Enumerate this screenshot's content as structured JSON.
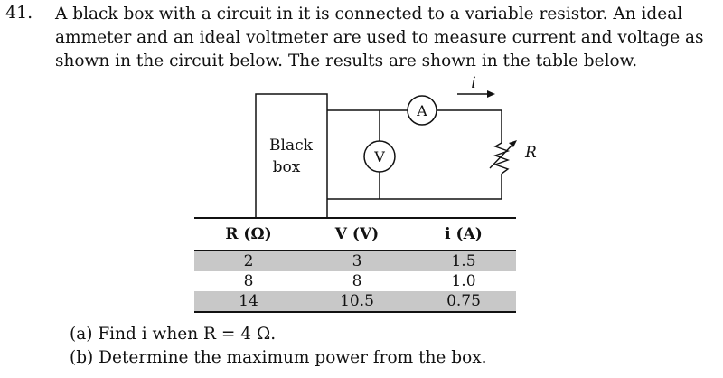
{
  "question": {
    "number": "41.",
    "stem": "A black box with a circuit in it is connected to a variable resistor. An ideal ammeter and an ideal voltmeter are used to measure current and voltage as shown in the circuit below. The results are shown in the table below."
  },
  "circuit": {
    "black_box_label_line1": "Black",
    "black_box_label_line2": "box",
    "voltmeter_label": "V",
    "ammeter_label": "A",
    "current_label": "i",
    "resistor_label": "R"
  },
  "table": {
    "headers": [
      "R (Ω)",
      "V (V)",
      "i (A)"
    ],
    "rows": [
      [
        "2",
        "3",
        "1.5"
      ],
      [
        "8",
        "8",
        "1.0"
      ],
      [
        "14",
        "10.5",
        "0.75"
      ]
    ]
  },
  "parts": {
    "a": "(a) Find i when R = 4 Ω.",
    "b": "(b) Determine the maximum power from the box."
  }
}
